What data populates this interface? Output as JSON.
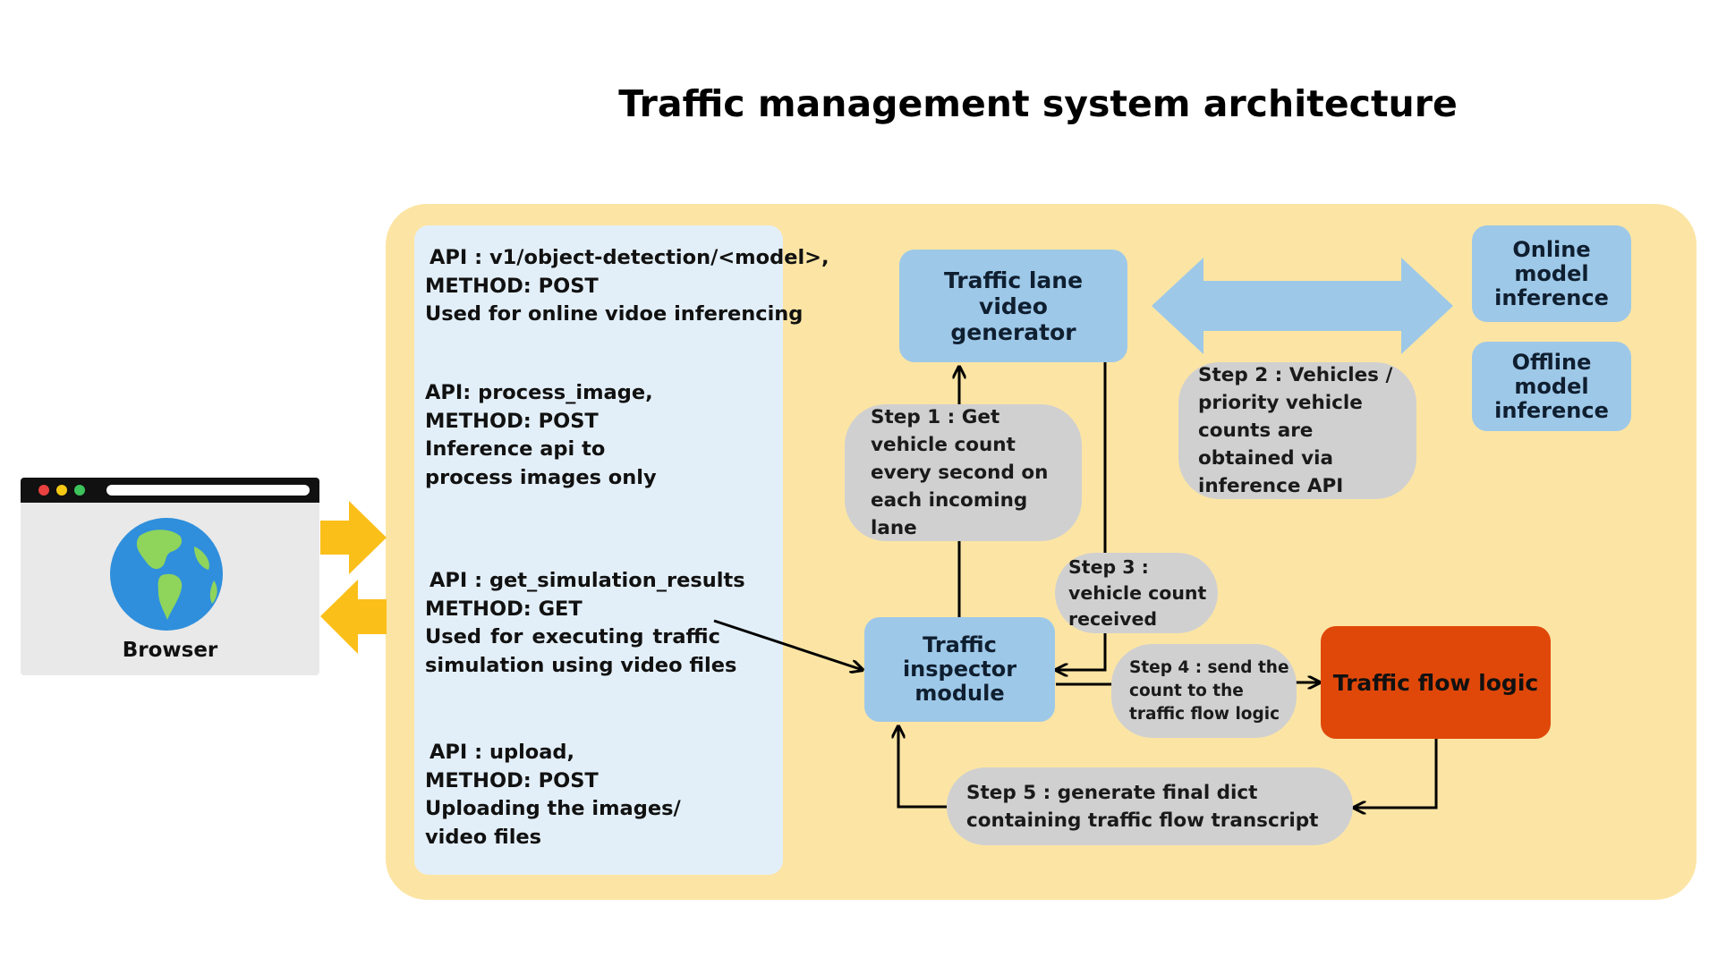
{
  "title": "Traffic management system architecture",
  "browser": {
    "label": "Browser",
    "icon": "globe-icon"
  },
  "apis": [
    {
      "lines": [
        "API : v1/object-detection/<model>,",
        "METHOD: POST",
        "Used for online vidoe inferencing"
      ]
    },
    {
      "lines": [
        "API: process_image,",
        "METHOD: POST",
        "Inference api to",
        "process images only"
      ]
    },
    {
      "lines": [
        "API : get_simulation_results",
        "METHOD: GET",
        "Used for executing traffic",
        "simulation using video files"
      ]
    },
    {
      "lines": [
        "API : upload,",
        "METHOD: POST",
        "Uploading the images/",
        "video files"
      ]
    }
  ],
  "nodes": {
    "video_generator": "Traffic lane video generator",
    "online_inference": "Online model inference",
    "offline_inference": "Offline model inference",
    "inspector": "Traffic inspector module",
    "flow_logic": "Traffic flow logic"
  },
  "steps": {
    "step1": "Step 1 : Get vehicle count every second on each incoming lane",
    "step2": "Step 2 : Vehicles / priority vehicle counts are obtained via inference API",
    "step3": "Step 3 : vehicle count received",
    "step4": "Step 4 : send the count to the traffic flow logic",
    "step5": "Step 5 : generate final dict containing traffic flow transcript"
  },
  "colors": {
    "panel": "#fce5a4",
    "api_panel": "#e3eff8",
    "node_blue": "#9ec8e8",
    "step_gray": "#d0d0d0",
    "flow_orange": "#e0480a",
    "browser_arrow": "#fbbf1a"
  }
}
